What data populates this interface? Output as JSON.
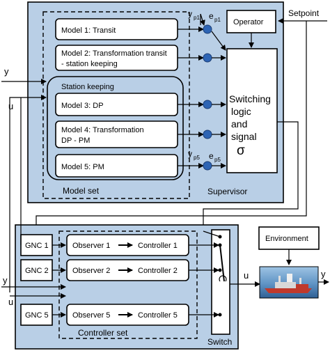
{
  "supervisor": {
    "title": "Supervisor",
    "model_set_label": "Model set",
    "models": {
      "m1": "Model 1: Transit",
      "m2_line1": "Model 2: Transformation transit",
      "m2_line2": "- station keeping",
      "station_keeping": "Station keeping",
      "m3": "Model 3: DP",
      "m4_line1": "Model 4: Transformation",
      "m4_line2": "DP - PM",
      "m5": "Model 5: PM"
    },
    "operator": "Operator",
    "switching": [
      "Switching",
      "logic",
      "and",
      "signal",
      "σ"
    ],
    "signals": {
      "y_p1": "y",
      "y_p1_sub": "p1",
      "e_p1": "e",
      "e_p1_sub": "p1",
      "y_p5": "y",
      "y_p5_sub": "p5",
      "e_p5": "e",
      "e_p5_sub": "p5"
    }
  },
  "labels": {
    "setpoint": "Setpoint",
    "y_in_top": "y",
    "u_in_top": "u",
    "y_in_bottom": "y",
    "u_in_bottom": "u",
    "u_out": "u",
    "y_out": "y",
    "environment": "Environment"
  },
  "controller": {
    "set_label": "Controller set",
    "switch_label": "Switch",
    "gnc": [
      "GNC 1",
      "GNC 2",
      "GNC 5"
    ],
    "observers": [
      "Observer 1",
      "Observer 2",
      "Observer 5"
    ],
    "controllers": [
      "Controller 1",
      "Controller 2",
      "Controller 5"
    ]
  },
  "colors": {
    "panel": "#b9cfe6",
    "signal_dot": "#2d64b4"
  },
  "vessel_image": {
    "description_icon": "offshore-vessel-photo-icon"
  }
}
